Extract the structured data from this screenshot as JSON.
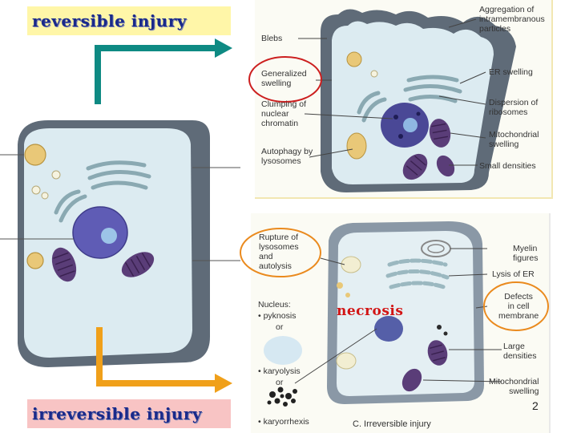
{
  "headings": {
    "reversible": "reversible injury",
    "irreversible": "irreversible injury",
    "necrosis": "necrosis"
  },
  "top_labels": {
    "aggregation": "Aggregation of\nintramembranous\nparticles",
    "blebs": "Blebs",
    "generalized_swelling": "Generalized\nswelling",
    "clumping": "Clumping of\nnuclear\nchromatin",
    "autophagy": "Autophagy by\nlysosomes",
    "er_swelling": "ER swelling",
    "dispersion": "Dispersion of\nribosomes",
    "mito_swelling": "Mitochondrial\nswelling",
    "small_densities": "Small densities"
  },
  "bottom_labels": {
    "rupture": "Rupture of\nlysosomes\nand\nautolysis",
    "myelin": "Myelin\nfigures",
    "lysis_er": "Lysis of ER",
    "nucleus": "Nucleus:",
    "pyknosis": "• pyknosis",
    "or1": "or",
    "karyolysis": "• karyolysis",
    "or2": "or",
    "karyorrhexis": "• karyorrhexis",
    "defects": "Defects\nin cell\nmembrane",
    "large_densities": "Large\ndensities",
    "mito_swelling": "Mitochondrial\nswelling",
    "caption": "C. Irreversible injury"
  },
  "page_number": "2",
  "colors": {
    "teal_arrow": "#0e8a83",
    "orange_arrow": "#f0a01a",
    "highlight_red": "#cc1f1f",
    "highlight_orange": "#ea8a1e",
    "cell_gray": "#5f6b78",
    "cytoplasm": "#dcebf1",
    "nucleus": "#5f5cb5"
  }
}
